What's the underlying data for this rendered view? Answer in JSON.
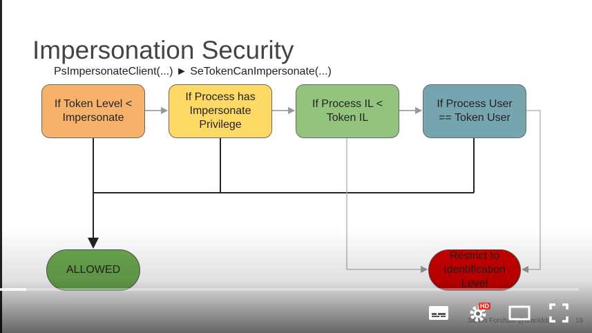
{
  "slide": {
    "title": "Impersonation Security",
    "subtitle": "PsImpersonateClient(...) ► SeTokenCanImpersonate(...)",
    "boxes": [
      {
        "label": "If Token Level < Impersonate",
        "color": "#f6b26b"
      },
      {
        "label": "If Process has Impersonate Privilege",
        "color": "#ffd966"
      },
      {
        "label": "If Process IL < Token IL",
        "color": "#93c47d"
      },
      {
        "label": "If Process User == Token User",
        "color": "#76a5af"
      }
    ],
    "allowed": {
      "label": "ALLOWED",
      "color": "#6aa84f"
    },
    "restrict": {
      "label": "Restrict to Identification Level",
      "color": "#cc0000"
    },
    "author": "James Forshaw @tiraniddo",
    "page_number": "18"
  },
  "player": {
    "progress_fraction": 0.045,
    "hd_badge": "HD",
    "icons": [
      "subtitles-icon",
      "settings-icon",
      "theater-mode-icon",
      "fullscreen-icon"
    ]
  }
}
